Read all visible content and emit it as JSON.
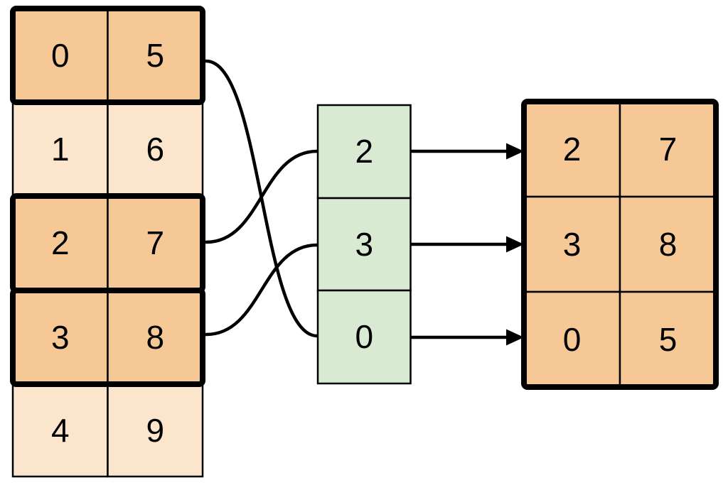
{
  "colors": {
    "background": "#ffffff",
    "line": "#000000",
    "source_highlight_fill": "#f6c896",
    "source_normal_fill": "#fce5cd",
    "index_fill": "#d9ead3",
    "result_fill": "#f6c896"
  },
  "source_table": {
    "rows": [
      {
        "cells": [
          "0",
          "5"
        ],
        "highlighted": true
      },
      {
        "cells": [
          "1",
          "6"
        ],
        "highlighted": false
      },
      {
        "cells": [
          "2",
          "7"
        ],
        "highlighted": true
      },
      {
        "cells": [
          "3",
          "8"
        ],
        "highlighted": true
      },
      {
        "cells": [
          "4",
          "9"
        ],
        "highlighted": false
      }
    ]
  },
  "index_column": {
    "values": [
      "2",
      "3",
      "0"
    ]
  },
  "result_table": {
    "rows": [
      {
        "cells": [
          "2",
          "7"
        ]
      },
      {
        "cells": [
          "3",
          "8"
        ]
      },
      {
        "cells": [
          "0",
          "5"
        ]
      }
    ]
  },
  "curved_links": [
    {
      "from_source_row": "0 5",
      "to_index": "0"
    },
    {
      "from_source_row": "2 7",
      "to_index": "2"
    },
    {
      "from_source_row": "3 8",
      "to_index": "3"
    }
  ],
  "arrows": [
    {
      "from_index": "2",
      "to_result_row": "2 7"
    },
    {
      "from_index": "3",
      "to_result_row": "3 8"
    },
    {
      "from_index": "0",
      "to_result_row": "0 5"
    }
  ]
}
